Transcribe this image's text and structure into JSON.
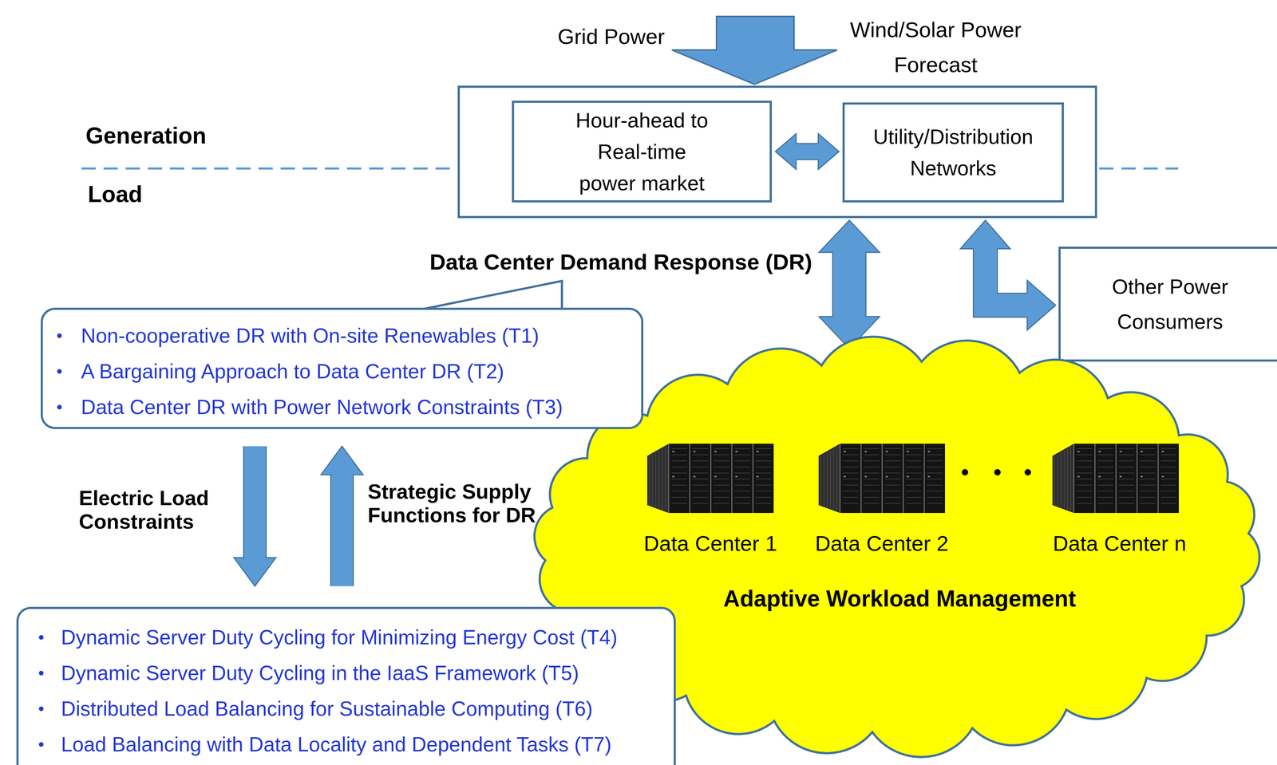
{
  "diagram": {
    "nodes": [
      {
        "text": []
      },
      {
        "text": [
          "Hour-ahead to Real-time power market"
        ],
        "in": 0
      },
      {
        "text": [
          "Utility/Distribution Networks"
        ],
        "in": 0
      },
      {
        "text": [
          "Other Power Consumers"
        ]
      },
      {
        "text": [
          "Non-cooperative DR with On-site Renewables (T1)",
          "A Bargaining Approach to Data Center DR (T2)",
          "Data Center DR with Power Network Constraints (T3)"
        ]
      },
      {
        "text": [
          "Adaptive Workload Management"
        ]
      },
      {
        "text": [
          "Dynamic Server Duty Cycling for Minimizing Energy Cost (T4)",
          "Dynamic Server Duty Cycling in the IaaS Framework (T5)",
          "Distributed Load Balancing for Sustainable Computing (T6)",
          "Load Balancing with Data Locality and Dependent Tasks (T7)"
        ]
      }
    ],
    "edges": [
      {
        "from": 1,
        "to": 2,
        "arrow": "both"
      },
      {
        "from": 0,
        "to": 5,
        "arrow": "both"
      },
      {
        "from": 0,
        "to": 3,
        "arrow": "both"
      },
      {
        "from": 4,
        "to": 6,
        "arrow": "to",
        "label": "Electric Load Constraints"
      },
      {
        "from": 6,
        "to": 4,
        "arrow": "to",
        "label": "Strategic Supply Functions for DR"
      }
    ],
    "labels": [
      "Grid Power",
      "Wind/Solar Power Forecast",
      "Generation",
      "Load",
      "Data Center Demand Response (DR)",
      "Data Center 1",
      "Data Center 2",
      "Data Center n"
    ]
  }
}
